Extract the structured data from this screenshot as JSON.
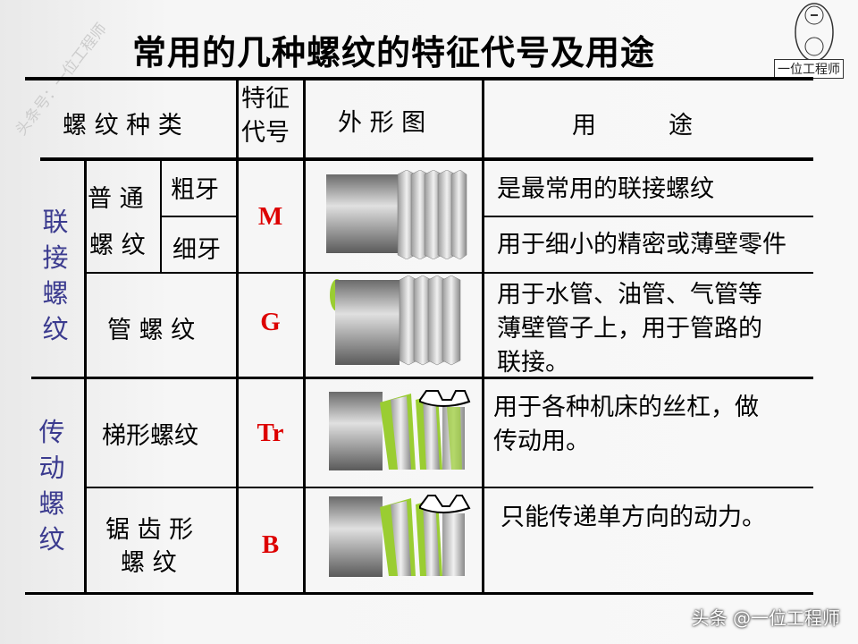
{
  "title": "常用的几种螺纹的特征代号及用途",
  "watermark": "头条号：一位工程师",
  "logo": {
    "text": "一位工程师"
  },
  "footer": "头条 @一位工程师",
  "header": {
    "type": "螺 纹 种 类",
    "code": "特征代号",
    "code_line1": "特征",
    "code_line2": "代号",
    "shape": "外 形 图",
    "use": "用　　　途"
  },
  "groups": [
    {
      "label": "联接螺纹",
      "chars": [
        "联",
        "接",
        "螺",
        "纹"
      ]
    },
    {
      "label": "传动螺纹",
      "chars": [
        "传",
        "动",
        "螺",
        "纹"
      ]
    }
  ],
  "rows": {
    "common": {
      "line1": "普 通",
      "line2": "螺 纹",
      "coarse": "粗牙",
      "fine": "细牙",
      "code": "M",
      "use_coarse": "是最常用的联接螺纹",
      "use_fine": "用于细小的精密或薄壁零件"
    },
    "pipe": {
      "name": "管 螺 纹",
      "code": "G",
      "use_lines": [
        "用于水管、油管、气管等",
        "薄壁管子上，用于管路的",
        "联接。"
      ]
    },
    "trapezoid": {
      "name": "梯形螺纹",
      "code": "Tr",
      "use_lines": [
        "用于各种机床的丝杠，做",
        "传动用。"
      ]
    },
    "buttress": {
      "line1": "锯 齿 形",
      "line2": "螺 纹",
      "code": "B",
      "use": "只能传递单方向的动力。"
    }
  },
  "colors": {
    "group": "#3b3b8f",
    "code": "#dd0000",
    "thread_green": "#9acd32"
  }
}
